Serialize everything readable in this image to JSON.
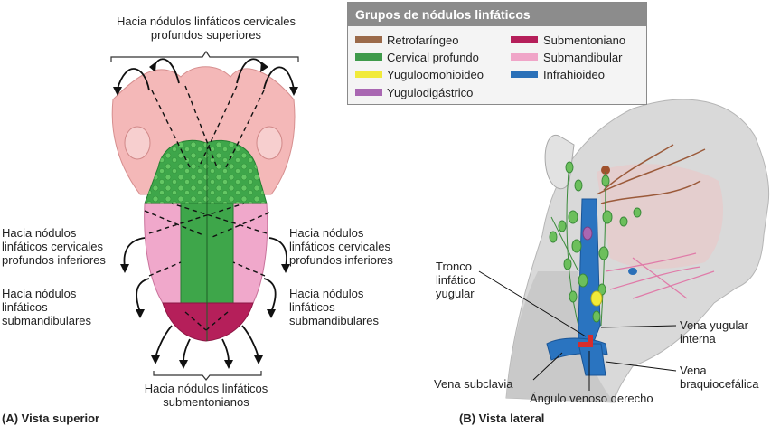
{
  "top_label": [
    "Hacia nódulos linfáticos cervicales",
    "profundos superiores"
  ],
  "left_upper_label": [
    "Hacia nódulos",
    "linfáticos cervicales",
    "profundos inferiores"
  ],
  "left_lower_label": [
    "Hacia nódulos",
    "linfáticos",
    "submandibulares"
  ],
  "right_upper_label": [
    "Hacia nódulos",
    "linfáticos cervicales",
    "profundos inferiores"
  ],
  "right_lower_label": [
    "Hacia nódulos",
    "linfáticos",
    "submandibulares"
  ],
  "bottom_label": [
    "Hacia nódulos linfáticos",
    "submentonianos"
  ],
  "caption_a": "(A) Vista superior",
  "caption_b": "(B) Vista lateral",
  "legend": {
    "title": "Grupos de nódulos linfáticos",
    "items": [
      {
        "label": "Retrofaríngeo",
        "color": "#9b6a4a"
      },
      {
        "label": "Cervical profundo",
        "color": "#3f9a4b"
      },
      {
        "label": "Yuguloomohioideo",
        "color": "#f1ea3a"
      },
      {
        "label": "Yugulodigástrico",
        "color": "#a967b2"
      },
      {
        "label": "Submentoniano",
        "color": "#b51f5a"
      },
      {
        "label": "Submandibular",
        "color": "#f0a5c8"
      },
      {
        "label": "Infrahioideo",
        "color": "#2a70b8"
      }
    ]
  },
  "neck_labels": {
    "tronco": [
      "Tronco",
      "linfático",
      "yugular"
    ],
    "vena_yugular": [
      "Vena yugular",
      "interna"
    ],
    "vena_subclavia": "Vena subclavia",
    "vena_braquio": [
      "Vena",
      "braquiocefálica"
    ],
    "angulo": "Ángulo venoso derecho"
  }
}
